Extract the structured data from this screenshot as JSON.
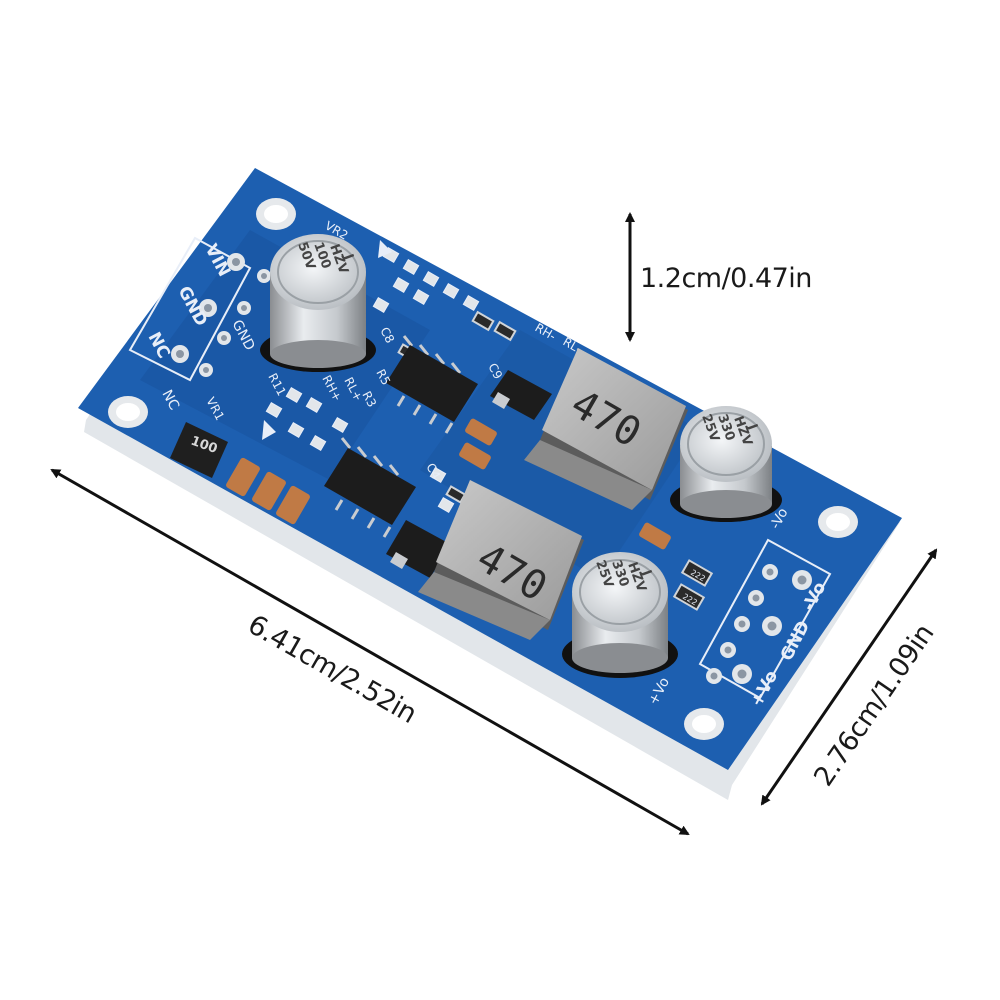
{
  "dimensions": {
    "height": "1.2cm/0.47in",
    "length": "6.41cm/2.52in",
    "width": "2.76cm/1.09in"
  },
  "board": {
    "input_labels": [
      "VIN",
      "GND",
      "NC"
    ],
    "output_labels": [
      "-Vo",
      "GND",
      "+Vo"
    ],
    "side_labels": [
      "GND",
      "NC",
      "+Vo",
      "-Vo"
    ],
    "inductor_marking": "470",
    "small_inductor_marking": "100",
    "input_cap_marking": [
      "50V",
      "100",
      "HZV",
      "J"
    ],
    "output_cap_marking": [
      "25V",
      "330",
      "HZV",
      "J"
    ],
    "resistor_marking": "222",
    "refdes": [
      "VR2",
      "VR1",
      "R11",
      "RH+",
      "RL+",
      "R3",
      "R5",
      "C8",
      "C9",
      "C4",
      "RH-",
      "RL-"
    ]
  },
  "colors": {
    "pcb": "#1d5fb0",
    "pcb_edge": "#e2e6ea",
    "silkscreen": "#e8eef8",
    "arrow": "#111111"
  }
}
